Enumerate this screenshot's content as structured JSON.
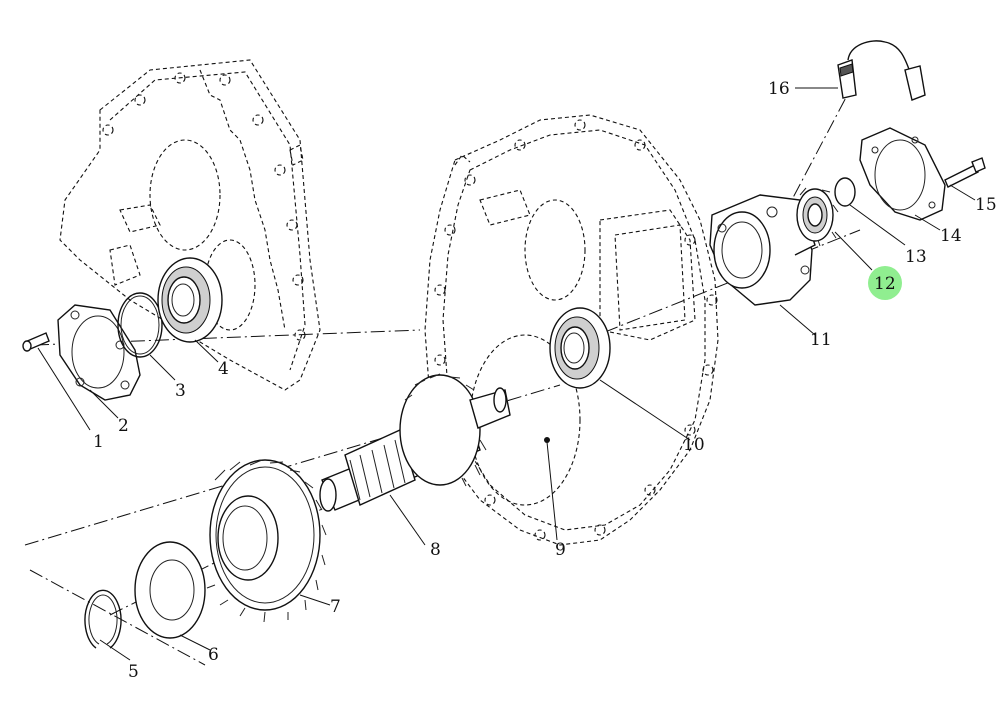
{
  "diagram": {
    "callouts": [
      {
        "id": "1",
        "label": "1"
      },
      {
        "id": "2",
        "label": "2"
      },
      {
        "id": "3",
        "label": "3"
      },
      {
        "id": "4",
        "label": "4"
      },
      {
        "id": "5",
        "label": "5"
      },
      {
        "id": "6",
        "label": "6"
      },
      {
        "id": "7",
        "label": "7"
      },
      {
        "id": "8",
        "label": "8"
      },
      {
        "id": "9",
        "label": "9"
      },
      {
        "id": "10",
        "label": "10"
      },
      {
        "id": "11",
        "label": "11"
      },
      {
        "id": "12",
        "label": "12",
        "highlighted": true
      },
      {
        "id": "13",
        "label": "13"
      },
      {
        "id": "14",
        "label": "14"
      },
      {
        "id": "15",
        "label": "15"
      },
      {
        "id": "16",
        "label": "16"
      }
    ],
    "highlight_color": "#90ee90",
    "line_color": "#111111"
  }
}
